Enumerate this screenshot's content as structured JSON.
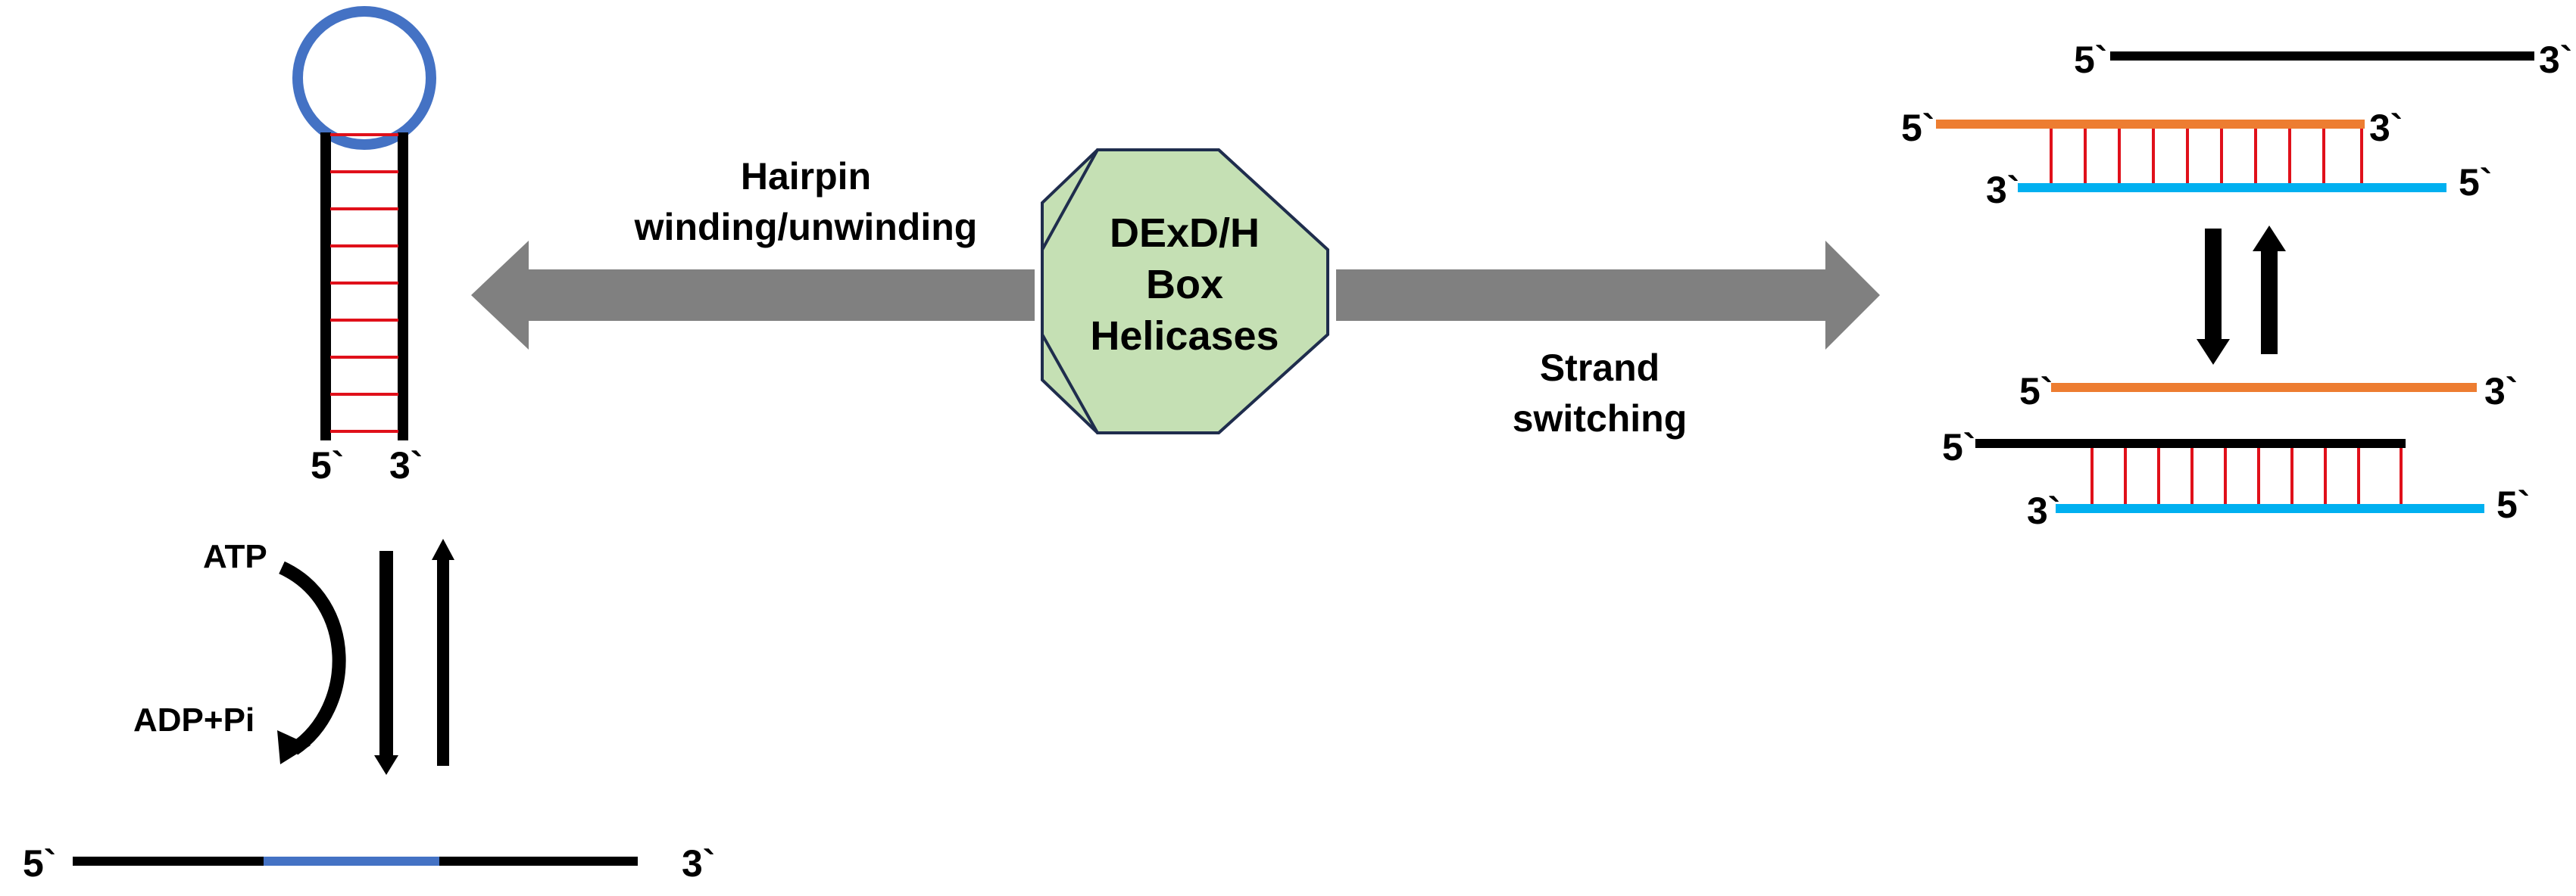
{
  "center": {
    "line1": "DExD/H",
    "line2": "Box",
    "line3": "Helicases"
  },
  "left_caption": {
    "line1": "Hairpin",
    "line2": "winding/unwinding"
  },
  "right_caption": {
    "line1": "Strand",
    "line2": "switching"
  },
  "hairpin": {
    "end5": "5`",
    "end3": "3`"
  },
  "atp_cycle": {
    "atp": "ATP",
    "adp": "ADP+Pi"
  },
  "single_strand": {
    "end5": "5`",
    "end3": "3`"
  },
  "top_complex": {
    "black_5": "5`",
    "black_3": "3`",
    "orange_5": "5`",
    "orange_3": "3`",
    "blue_3": "3`",
    "blue_5": "5`"
  },
  "bottom_complex": {
    "orange_5": "5`",
    "orange_3": "3`",
    "black_5": "5`",
    "blue_3": "3`",
    "blue_5": "5`"
  },
  "colors": {
    "loop_blue": "#4472C4",
    "base_pair_red": "#E0101A",
    "orange_strand": "#ED7D31",
    "cyan_strand": "#00B0F0",
    "arrow_gray": "#808080",
    "octagon_fill": "#C5E0B4",
    "octagon_stroke": "#1F2D4D"
  }
}
